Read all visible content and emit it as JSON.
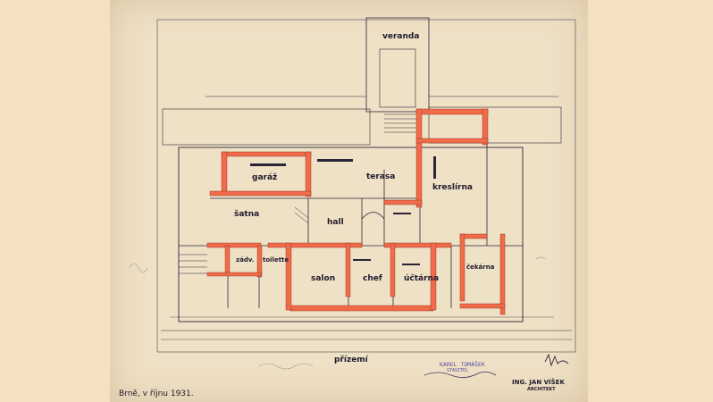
{
  "rooms": {
    "veranda": "veranda",
    "garaz": "garáž",
    "terasa": "terasa",
    "kreslirna": "kreslírna",
    "salna": "šatna",
    "hall": "hall",
    "zadv": "zádv.",
    "toilette": "toilette",
    "salon": "salon",
    "chef": "chef",
    "uctarna": "účtárna",
    "cekarna": "čekárna"
  },
  "floor_label": "přízemí",
  "date_text": "Brně, v říjnu 1931.",
  "stamp": {
    "line1": "KAREL TOMÁŠEK",
    "line2": "STAVITEL"
  },
  "architect": {
    "name": "ING. JAN VÍŠEK",
    "title": "ARCHITEKT"
  },
  "colors": {
    "background": "#f5e0c0",
    "paper": "#efe1c6",
    "line": "#2a2438",
    "wall_fill": "#f06b4a",
    "pencil": "#9a8e8c"
  }
}
